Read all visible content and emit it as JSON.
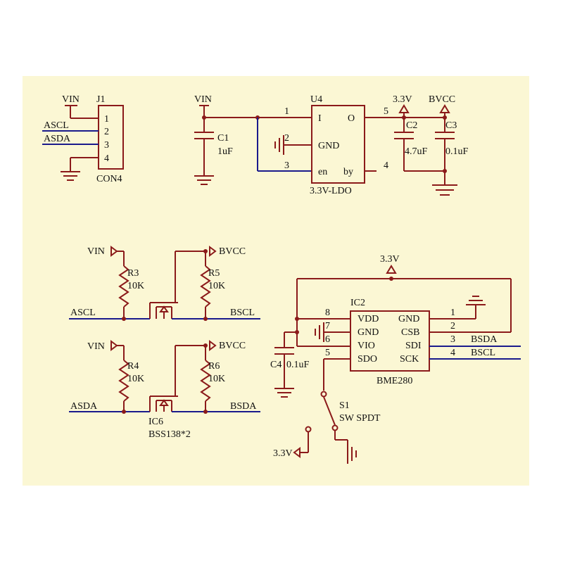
{
  "colors": {
    "background": "#fbf7d4",
    "wire": "#1a1a8c",
    "component": "#8b1a1a",
    "body": "#fffcd6"
  },
  "j1": {
    "ref": "J1",
    "value": "CON4",
    "pins": [
      "1",
      "2",
      "3",
      "4"
    ],
    "net_vin": "VIN",
    "net_ascl": "ASCL",
    "net_asda": "ASDA"
  },
  "c1": {
    "ref": "C1",
    "value": "1uF",
    "net": "VIN"
  },
  "u4": {
    "ref": "U4",
    "value": "3.3V-LDO",
    "pin_i": "I",
    "pin_o": "O",
    "pin_gnd": "GND",
    "pin_en": "en",
    "pin_by": "by",
    "n1": "1",
    "n2": "2",
    "n3": "3",
    "n4": "4",
    "n5": "5"
  },
  "c2": {
    "ref": "C2",
    "value": "4.7uF",
    "net": "3.3V"
  },
  "c3": {
    "ref": "C3",
    "value": "0.1uF",
    "net": "BVCC"
  },
  "shifter1": {
    "vin": "VIN",
    "bvcc": "BVCC",
    "r3": "R3",
    "r3v": "10K",
    "r5": "R5",
    "r5v": "10K",
    "left": "ASCL",
    "right": "BSCL"
  },
  "shifter2": {
    "vin": "VIN",
    "bvcc": "BVCC",
    "r4": "R4",
    "r4v": "10K",
    "r6": "R6",
    "r6v": "10K",
    "left": "ASDA",
    "right": "BSDA",
    "ic": "IC6",
    "icv": "BSS138*2"
  },
  "ic2": {
    "ref": "IC2",
    "value": "BME280",
    "supply": "3.3V",
    "left_pins": [
      {
        "n": "8",
        "name": "VDD"
      },
      {
        "n": "7",
        "name": "GND"
      },
      {
        "n": "6",
        "name": "VIO"
      },
      {
        "n": "5",
        "name": "SDO"
      }
    ],
    "right_pins": [
      {
        "n": "1",
        "name": "GND"
      },
      {
        "n": "2",
        "name": "CSB"
      },
      {
        "n": "3",
        "name": "SDI",
        "net": "BSDA"
      },
      {
        "n": "4",
        "name": "SCK",
        "net": "BSCL"
      }
    ]
  },
  "c4": {
    "ref": "C4",
    "value": "0.1uF"
  },
  "s1": {
    "ref": "S1",
    "value": "SW SPDT",
    "net": "3.3V"
  }
}
